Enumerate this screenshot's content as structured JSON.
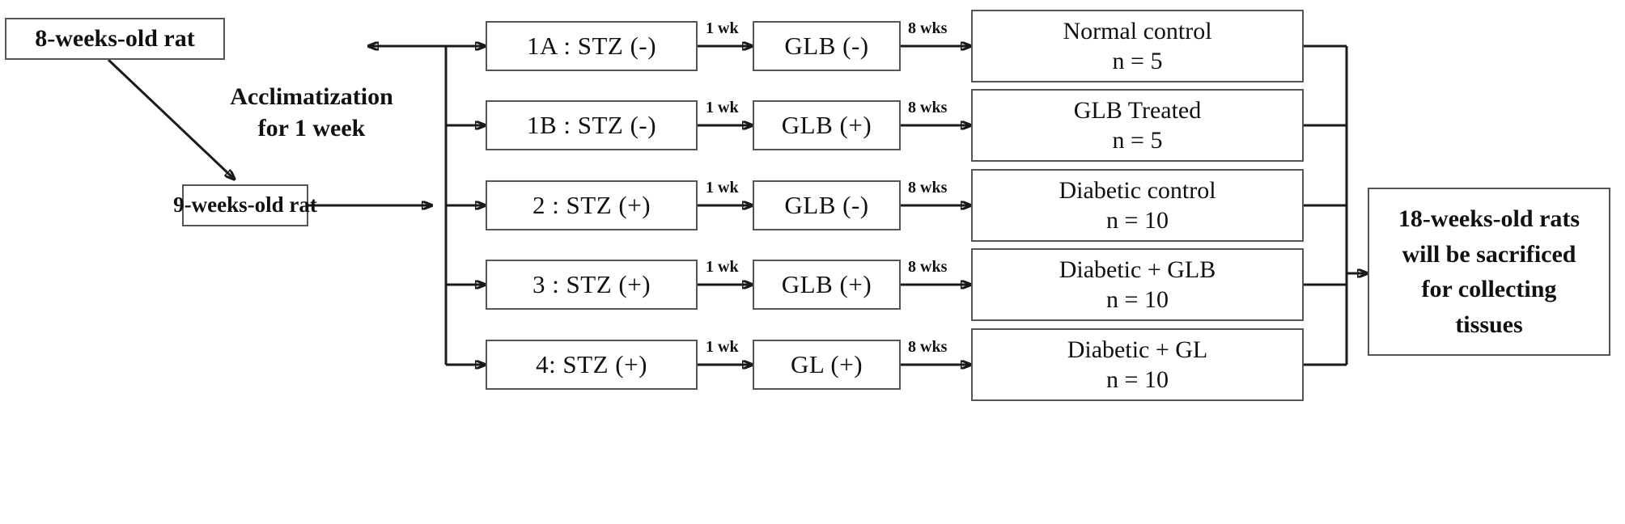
{
  "diagram": {
    "title": "Experimental design flowchart",
    "start_box": {
      "label": "8-weeks-old rat"
    },
    "acclimatization_note": {
      "line1": "Acclimatization",
      "line2": "for 1 week"
    },
    "second_box": {
      "label": "9-weeks-old rat"
    },
    "edge_label_stage1": "1 wk",
    "edge_label_stage2": "8 wks",
    "groups": [
      {
        "id": "group-1a",
        "stz": "1A : STZ (-)",
        "edge1": "1 wk",
        "treatment": "GLB (-)",
        "edge2": "8 wks",
        "outcome_line1": "Normal control",
        "outcome_line2": "n = 5"
      },
      {
        "id": "group-1b",
        "stz": "1B : STZ (-)",
        "edge1": "1 wk",
        "treatment": "GLB (+)",
        "edge2": "8 wks",
        "outcome_line1": "GLB Treated",
        "outcome_line2": "n = 5"
      },
      {
        "id": "group-2",
        "stz": "2 : STZ (+)",
        "edge1": "1 wk",
        "treatment": "GLB (-)",
        "edge2": "8 wks",
        "outcome_line1": "Diabetic control",
        "outcome_line2": "n = 10"
      },
      {
        "id": "group-3",
        "stz": "3 : STZ (+)",
        "edge1": "1 wk",
        "treatment": "GLB (+)",
        "edge2": "8 wks",
        "outcome_line1": "Diabetic + GLB",
        "outcome_line2": "n = 10"
      },
      {
        "id": "group-4",
        "stz": "4: STZ (+)",
        "edge1": "1 wk",
        "treatment": "GL (+)",
        "edge2": "8 wks",
        "outcome_line1": "Diabetic + GL",
        "outcome_line2": "n = 10"
      }
    ],
    "final_box": {
      "line1": "18-weeks-old rats",
      "line2": "will be sacrificed",
      "line3": "for collecting",
      "line4": "tissues"
    },
    "colors": {
      "stroke": "#1a1a1a",
      "box_border": "#555555",
      "text": "#111111",
      "background": "#ffffff"
    }
  }
}
